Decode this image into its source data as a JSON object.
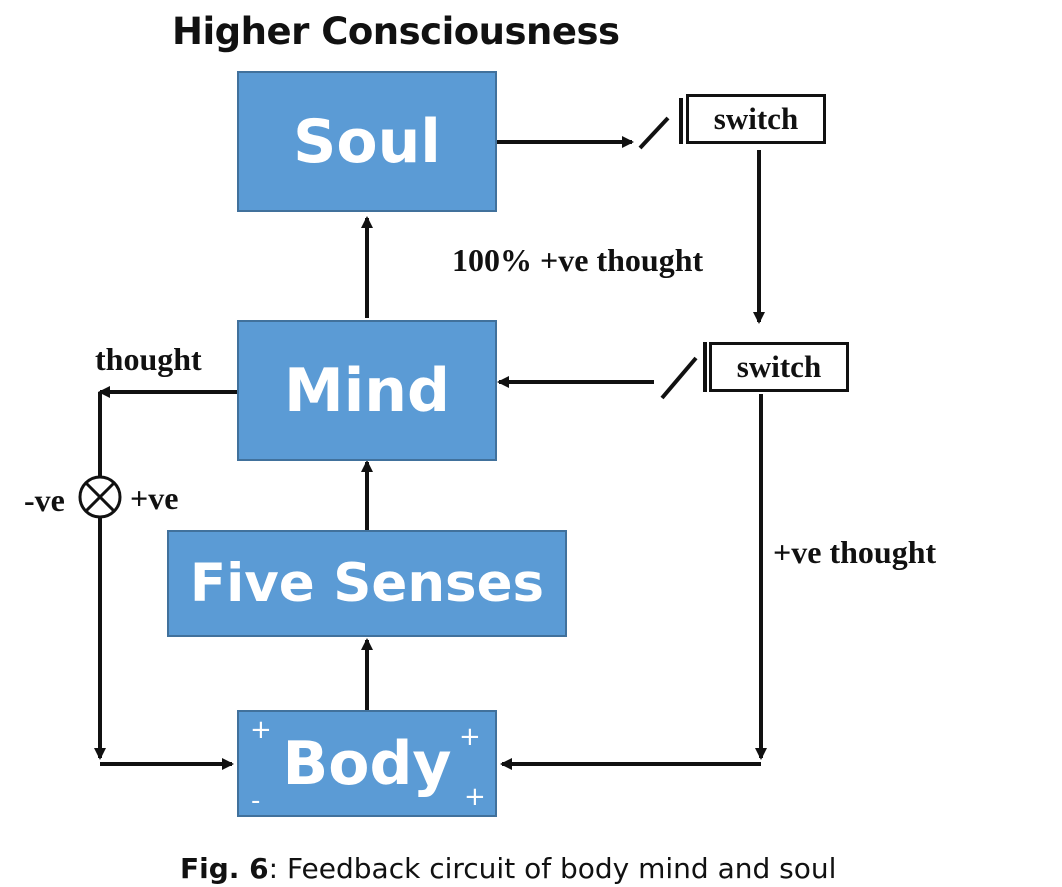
{
  "diagram": {
    "title": "Higher Consciousness",
    "blocks": {
      "soul": "Soul",
      "mind": "Mind",
      "five_senses": "Five Senses",
      "body": "Body"
    },
    "body_signs": {
      "top_left": "+",
      "top_right": "+",
      "bottom_left": "-",
      "bottom_right": "+"
    },
    "switch_top": "switch",
    "switch_bottom": "switch",
    "labels": {
      "hundred_positive": "100% +ve thought",
      "thought": "thought",
      "negative": "-ve",
      "positive": "+ve",
      "positive_thought": "+ve thought"
    },
    "colors": {
      "block_fill": "#5b9bd5",
      "block_border": "#41719c",
      "line": "#111111"
    }
  },
  "caption": {
    "label": "Fig. 6",
    "text": ": Feedback circuit of body mind and soul"
  }
}
